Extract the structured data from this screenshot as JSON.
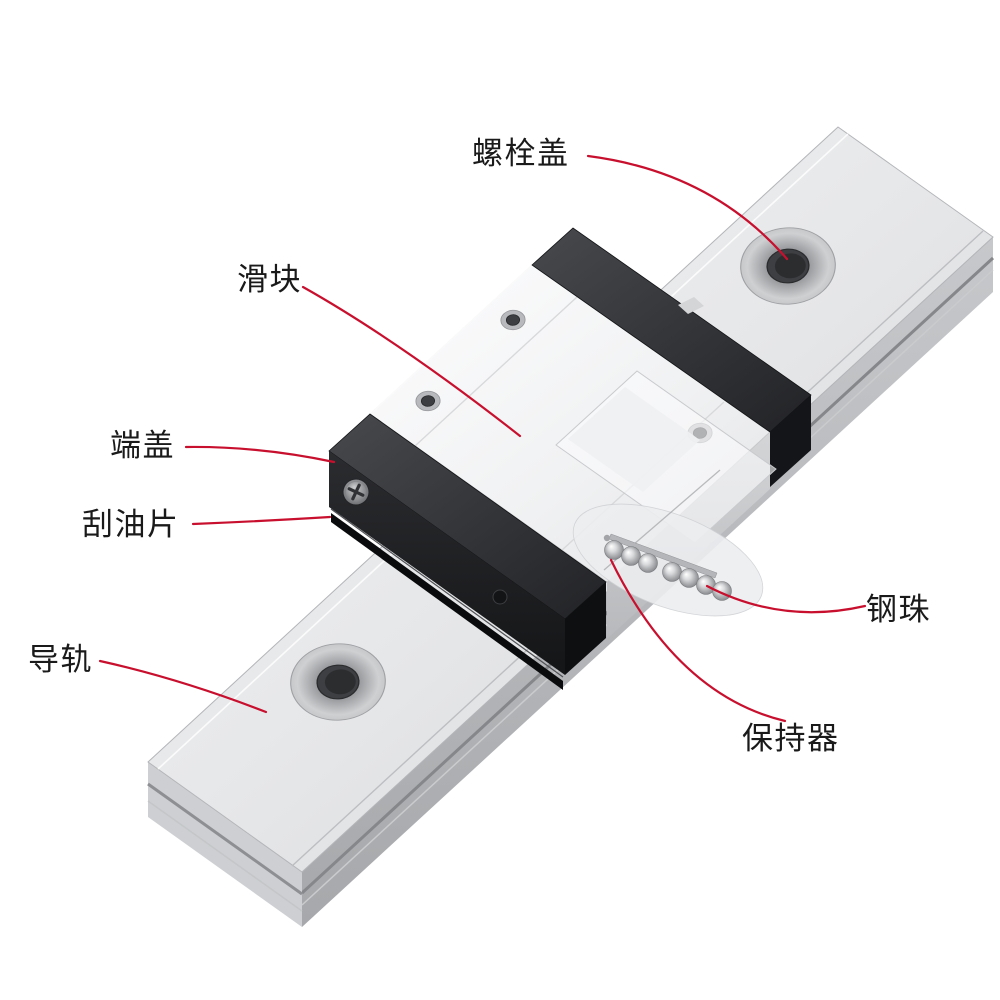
{
  "page": {
    "background": "#ffffff",
    "kind": "technical-annotation-diagram"
  },
  "colors": {
    "leader_line": "#C8102E",
    "label_text": "#1A1A1A",
    "metal_light": "#F2F3F4",
    "metal_mid": "#C9CBCE",
    "metal_dark": "#8F9194",
    "cap_black": "#202124"
  },
  "labels": [
    {
      "id": "bolt-cover",
      "text": "螺栓盖"
    },
    {
      "id": "slider-block",
      "text": "滑块"
    },
    {
      "id": "end-cap",
      "text": "端盖"
    },
    {
      "id": "oil-scraper",
      "text": "刮油片"
    },
    {
      "id": "guide-rail",
      "text": "导轨"
    },
    {
      "id": "steel-ball",
      "text": "钢珠"
    },
    {
      "id": "retainer",
      "text": "保持器"
    }
  ]
}
